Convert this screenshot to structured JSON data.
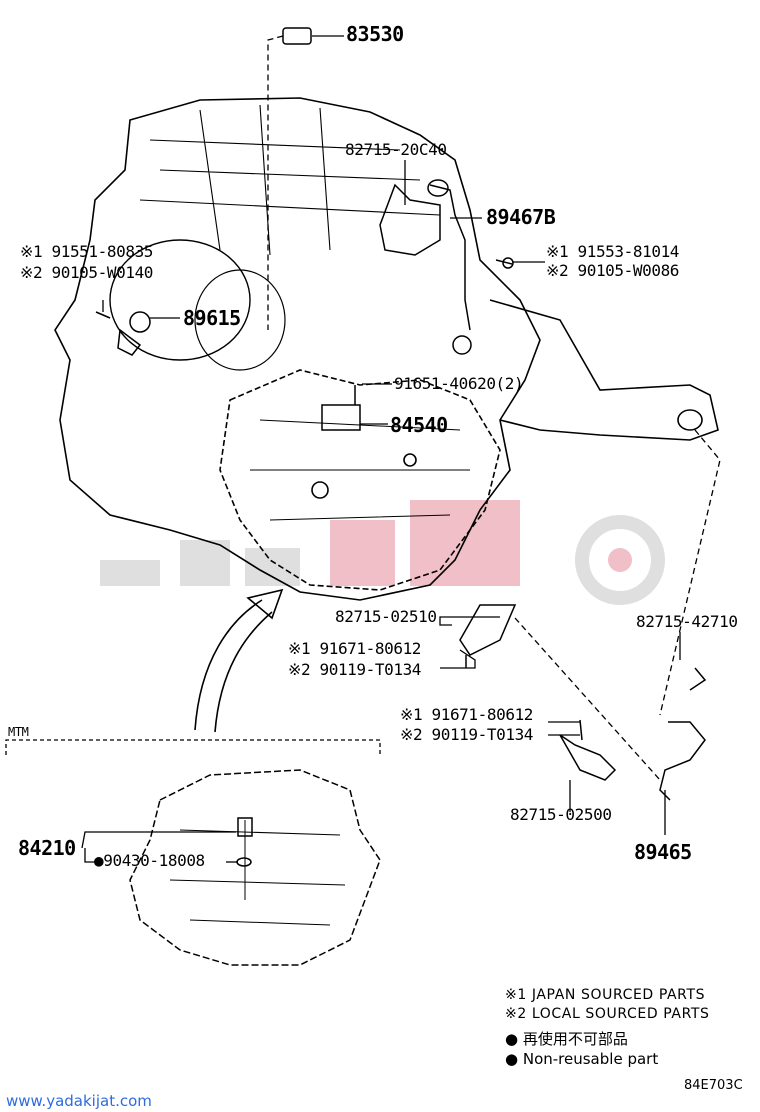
{
  "part_labels": {
    "p83530": "83530",
    "p82715_20c40": "82715-20C40",
    "p89467b": "89467B",
    "p91553_81014": "※1 91553-81014",
    "p90105_w0086": "※2 90105-W0086",
    "p91551_80835": "※1 91551-80835",
    "p90105_w0140": "※2 90105-W0140",
    "p89615": "89615",
    "p91651_40620": "91651-40620(2)",
    "p84540": "84540",
    "p82715_02510": "82715-02510",
    "p91671_80612_a": "※1 91671-80612",
    "p90119_t0134_a": "※2 90119-T0134",
    "p82715_42710": "82715-42710",
    "p91671_80612_b": "※1 91671-80612",
    "p90119_t0134_b": "※2 90119-T0134",
    "p82715_02500": "82715-02500",
    "p89465": "89465",
    "p84210": "84210",
    "p90430_18008": "●90430-18008"
  },
  "section": {
    "mtm": "MTM"
  },
  "legend": {
    "japan": "※1 JAPAN SOURCED PARTS",
    "local": "※2 LOCAL SOURCED PARTS",
    "non_reusable_jp": "● 再使用不可部品",
    "non_reusable_en": "● Non-reusable part"
  },
  "footer": {
    "website": "www.yadakijat.com",
    "diagram_code": "84E703C"
  },
  "colors": {
    "ink": "#000000",
    "watermark_red": "#e8a8b0",
    "watermark_gray": "#d9d9d9",
    "link_blue": "#2d6be0"
  }
}
